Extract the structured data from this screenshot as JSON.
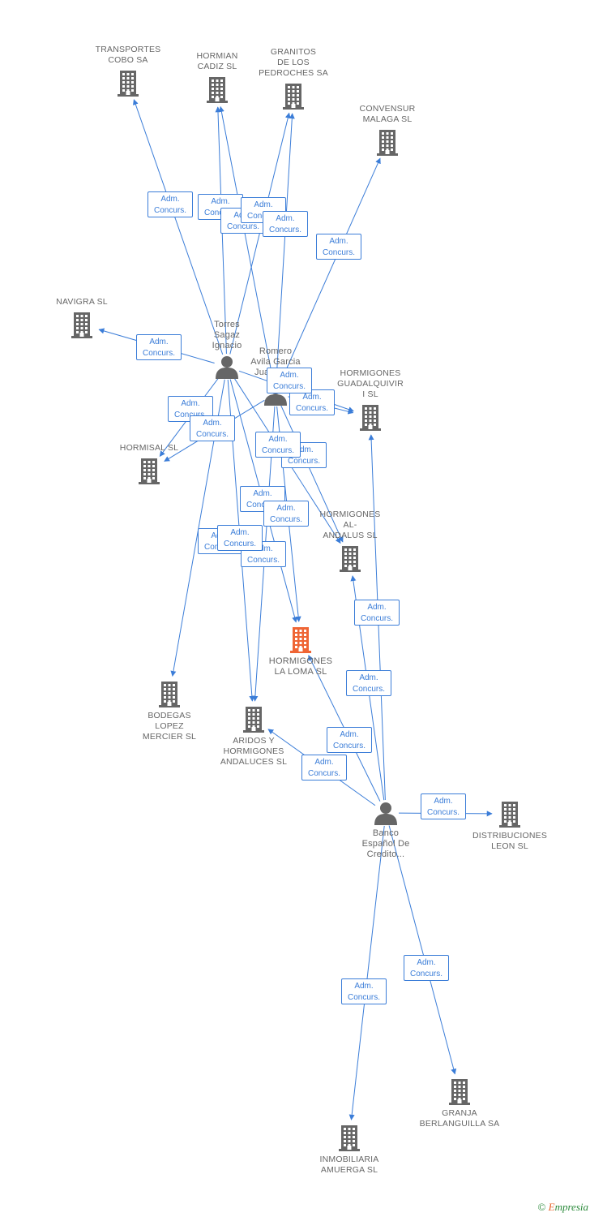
{
  "colors": {
    "edge": "#3b7dd8",
    "building": "#666666",
    "focus": "#ef6535",
    "person": "#666666"
  },
  "nodes": [
    {
      "id": "transportes",
      "kind": "company",
      "label": [
        "TRANSPORTES",
        "COBO SA"
      ]
    },
    {
      "id": "hormian",
      "kind": "company",
      "label": [
        "HORMIAN",
        "CADIZ SL"
      ]
    },
    {
      "id": "granitos",
      "kind": "company",
      "label": [
        "GRANITOS",
        "DE LOS",
        "PEDROCHES SA"
      ]
    },
    {
      "id": "convensur",
      "kind": "company",
      "label": [
        "CONVENSUR",
        "MALAGA SL"
      ]
    },
    {
      "id": "navigra",
      "kind": "company",
      "label": [
        "NAVIGRA SL"
      ]
    },
    {
      "id": "torres",
      "kind": "person",
      "label": [
        "Torres",
        "Sagaz",
        "Ignacio"
      ]
    },
    {
      "id": "romero",
      "kind": "person",
      "label": [
        "Romero",
        "Avila Garcia",
        "Juan Jose"
      ]
    },
    {
      "id": "guadalquivir",
      "kind": "company",
      "label": [
        "HORMIGONES",
        "GUADALQUIVIR",
        "I SL"
      ]
    },
    {
      "id": "hormisal",
      "kind": "company",
      "label": [
        "HORMISAL SL"
      ]
    },
    {
      "id": "alandalus",
      "kind": "company",
      "label": [
        "HORMIGONES",
        "AL-",
        "ANDALUS SL"
      ]
    },
    {
      "id": "laloma",
      "kind": "focus",
      "label": [
        "HORMIGONES",
        "LA LOMA SL"
      ]
    },
    {
      "id": "bodegas",
      "kind": "company",
      "label": [
        "BODEGAS",
        "LOPEZ",
        "MERCIER SL"
      ]
    },
    {
      "id": "aridos",
      "kind": "company",
      "label": [
        "ARIDOS Y",
        "HORMIGONES",
        "ANDALUCES SL"
      ]
    },
    {
      "id": "banco",
      "kind": "person",
      "label": [
        "Banco",
        "Español De",
        "Credito..."
      ]
    },
    {
      "id": "distribuciones",
      "kind": "company",
      "label": [
        "DISTRIBUCIONES",
        "LEON SL"
      ]
    },
    {
      "id": "granja",
      "kind": "company",
      "label": [
        "GRANJA",
        "BERLANGUILLA SA"
      ]
    },
    {
      "id": "inmobiliaria",
      "kind": "company",
      "label": [
        "INMOBILIARIA",
        "AMUERGA SL"
      ]
    }
  ],
  "edges": [
    {
      "from": "torres",
      "to": "transportes",
      "label": [
        "Adm.",
        "Concurs."
      ]
    },
    {
      "from": "torres",
      "to": "hormian",
      "label": [
        "Adm.",
        "Concurs."
      ]
    },
    {
      "from": "romero",
      "to": "hormian",
      "label": [
        "Adm.",
        "Concurs."
      ]
    },
    {
      "from": "torres",
      "to": "granitos",
      "label": [
        "Adm.",
        "Concurs."
      ]
    },
    {
      "from": "romero",
      "to": "granitos",
      "label": [
        "Adm.",
        "Concurs."
      ]
    },
    {
      "from": "romero",
      "to": "convensur",
      "label": [
        "Adm.",
        "Concurs."
      ]
    },
    {
      "from": "torres",
      "to": "navigra",
      "label": [
        "Adm.",
        "Concurs."
      ]
    },
    {
      "from": "torres",
      "to": "guadalquivir",
      "label": [
        "Adm.",
        "Concurs."
      ]
    },
    {
      "from": "romero",
      "to": "guadalquivir",
      "label": [
        "Adm.",
        "Concurs."
      ]
    },
    {
      "from": "torres",
      "to": "hormisal",
      "label": [
        "Adm.",
        "Concurs."
      ]
    },
    {
      "from": "romero",
      "to": "hormisal",
      "label": [
        "Adm.",
        "Concurs."
      ]
    },
    {
      "from": "torres",
      "to": "alandalus",
      "label": [
        "Adm.",
        "Concurs."
      ]
    },
    {
      "from": "romero",
      "to": "alandalus",
      "label": [
        "Adm.",
        "Concurs."
      ]
    },
    {
      "from": "torres",
      "to": "laloma",
      "label": [
        "Adm.",
        "Concurs."
      ]
    },
    {
      "from": "romero",
      "to": "laloma",
      "label": [
        "Adm.",
        "Concurs."
      ]
    },
    {
      "from": "torres",
      "to": "bodegas",
      "label": [
        "Adm.",
        "Concurs."
      ]
    },
    {
      "from": "torres",
      "to": "aridos",
      "label": [
        "Adm.",
        "Concurs."
      ]
    },
    {
      "from": "romero",
      "to": "aridos",
      "label": [
        "Adm.",
        "Concurs."
      ]
    },
    {
      "from": "banco",
      "to": "guadalquivir",
      "label": [
        "Adm.",
        "Concurs."
      ]
    },
    {
      "from": "banco",
      "to": "alandalus",
      "label": [
        "Adm.",
        "Concurs."
      ]
    },
    {
      "from": "banco",
      "to": "laloma",
      "label": [
        "Adm.",
        "Concurs."
      ]
    },
    {
      "from": "banco",
      "to": "aridos",
      "label": [
        "Adm.",
        "Concurs."
      ]
    },
    {
      "from": "banco",
      "to": "distribuciones",
      "label": [
        "Adm.",
        "Concurs."
      ]
    },
    {
      "from": "banco",
      "to": "granja",
      "label": [
        "Adm.",
        "Concurs."
      ]
    },
    {
      "from": "banco",
      "to": "inmobiliaria",
      "label": [
        "Adm.",
        "Concurs."
      ]
    }
  ],
  "footer": {
    "copyright": "©",
    "brand_initial": "E",
    "brand_rest": "mpresia"
  }
}
